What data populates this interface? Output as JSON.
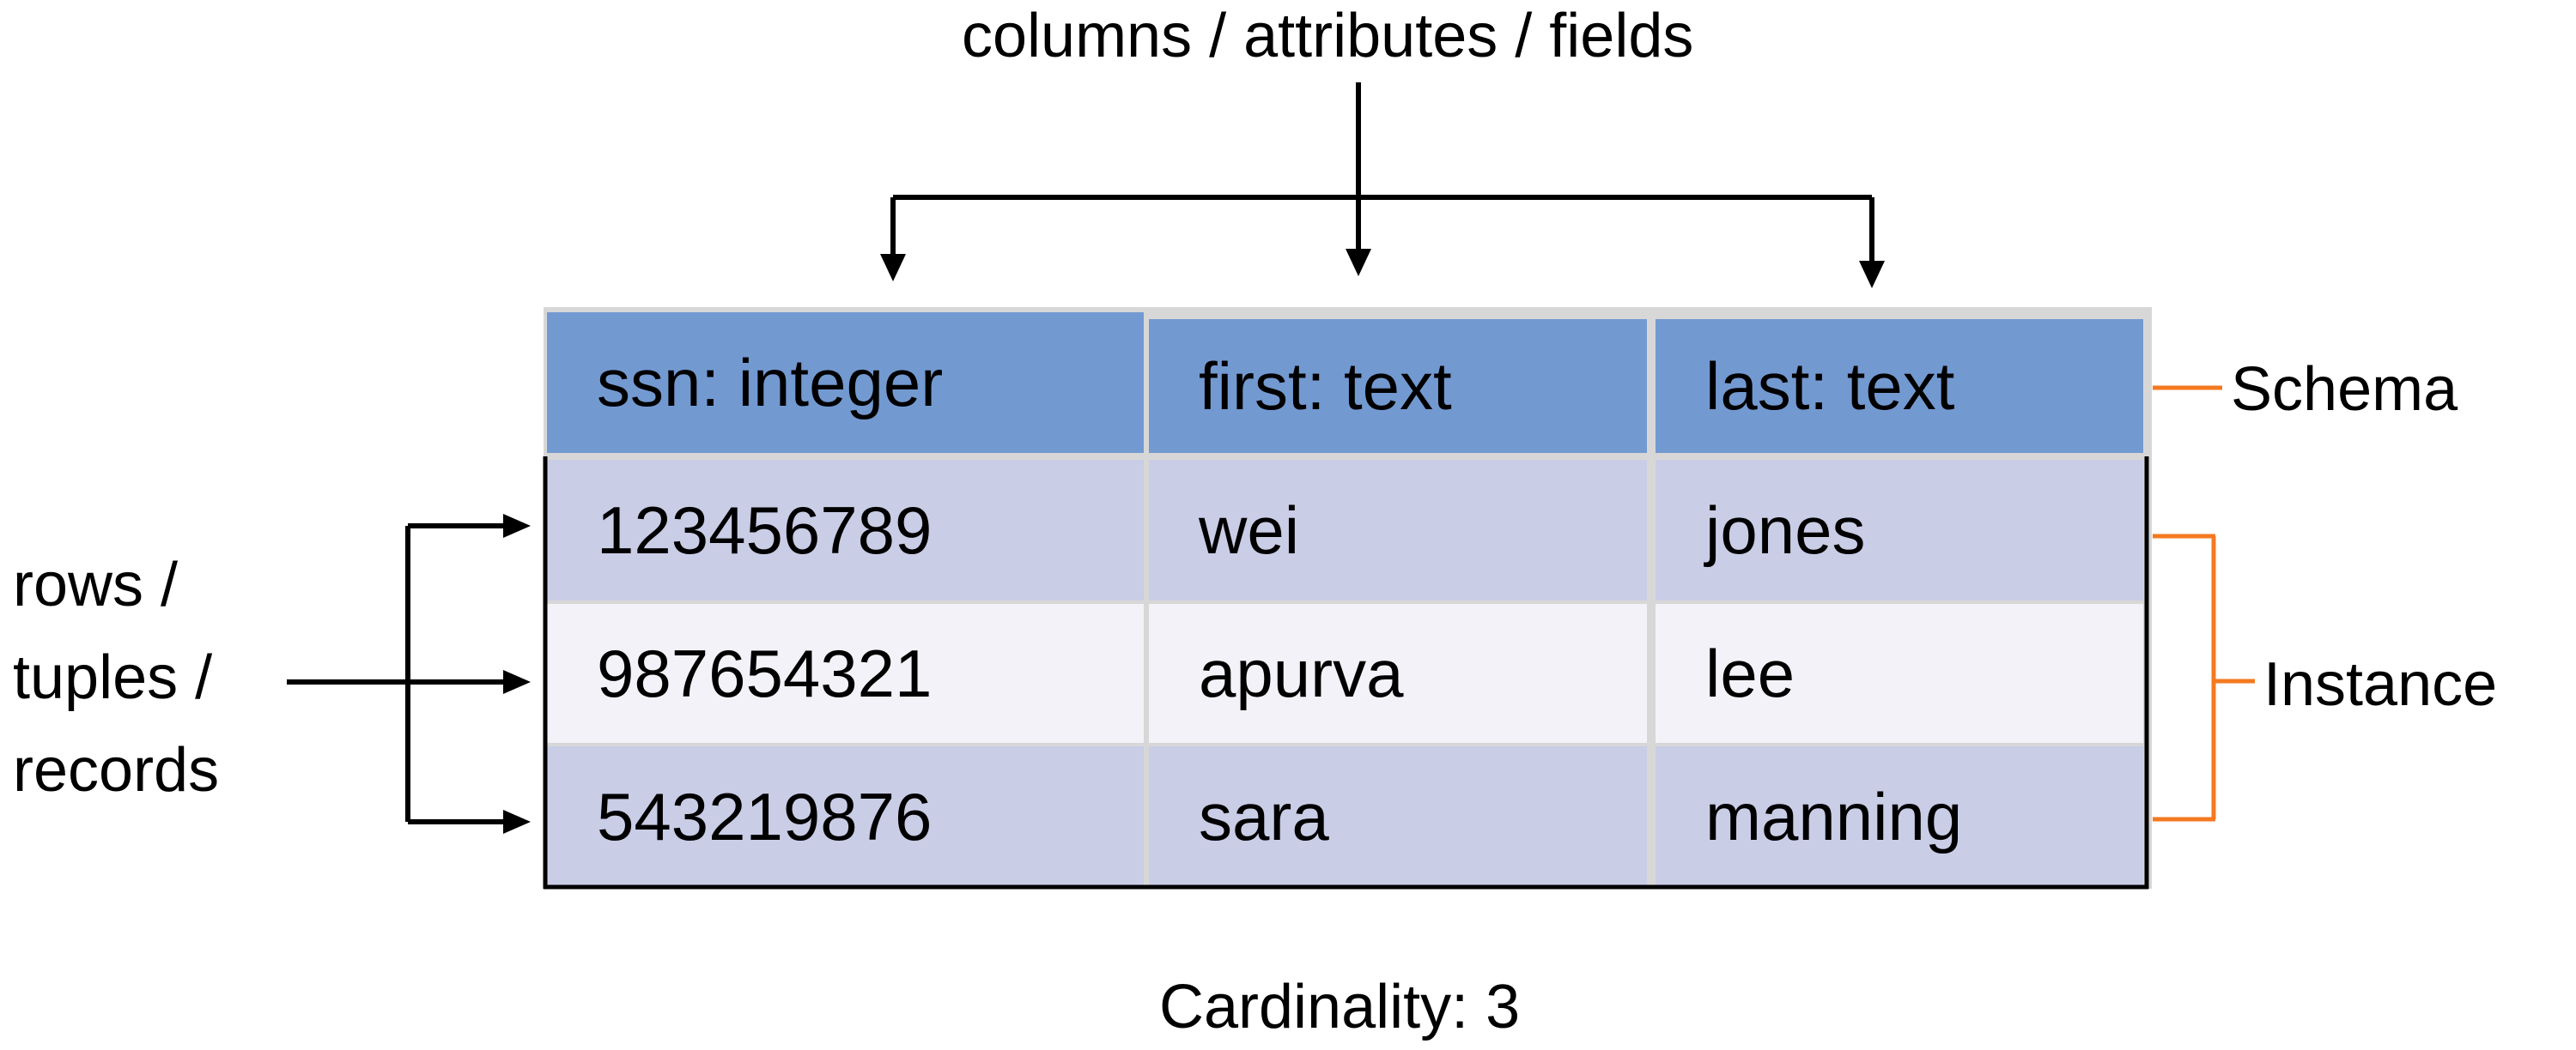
{
  "columns_label": "columns / attributes / fields",
  "rows_label": [
    "rows /",
    "tuples /",
    "records"
  ],
  "schema_label": "Schema",
  "instance_label": "Instance",
  "cardinality_label": "Cardinality: 3",
  "table": {
    "headers": [
      "ssn: integer",
      "first: text",
      "last: text"
    ],
    "rows": [
      [
        "123456789",
        "wei",
        "jones"
      ],
      [
        "987654321",
        "apurva",
        "lee"
      ],
      [
        "543219876",
        "sara",
        "manning"
      ]
    ]
  },
  "colors": {
    "header_fill": "#7399d1",
    "row_dark_fill": "#c9cde6",
    "row_light_fill": "#f2f2f8",
    "grid_line": "#d7d7d7",
    "bracket": "#f47920"
  }
}
